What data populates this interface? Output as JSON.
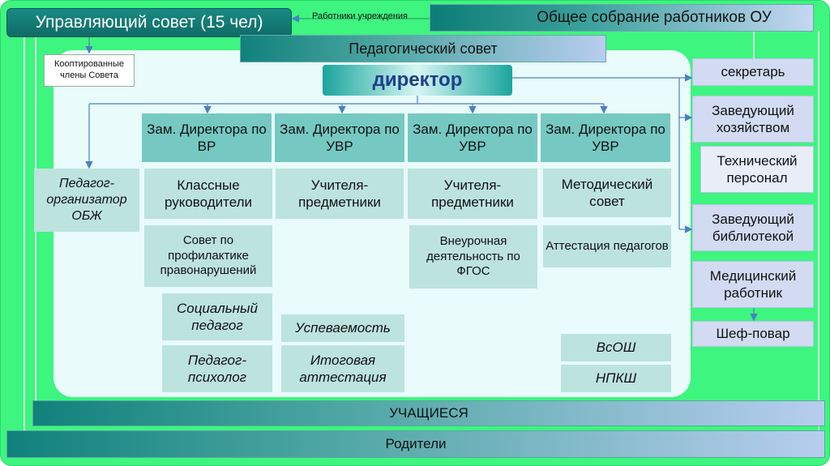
{
  "top": {
    "council": "Управляющий совет (15 чел)",
    "staff_label": "Работники учреждения",
    "general_meeting": "Общее собрание работников ОУ",
    "coopted": "Кооптированные члены Совета",
    "ped_council": "Педагогический совет",
    "director": "директор"
  },
  "deputies": [
    "Зам. Директора по ВР",
    "Зам. Директора по УВР",
    "Зам. Директора по УВР",
    "Зам. Директора по УВР"
  ],
  "left": {
    "obzh": "Педагог-организатор ОБЖ"
  },
  "col1": {
    "class_teachers": "Классные руководители",
    "prevention": "Совет по профилактике правонарушений",
    "social": "Социальный педагог",
    "psych": "Педагог-психолог"
  },
  "col2": {
    "subject_teachers": "Учителя-предметники",
    "progress": "Успеваемость",
    "final_cert": "Итоговая аттестация"
  },
  "col3": {
    "subject_teachers": "Учителя-предметники",
    "extracurricular": "Внеурочная деятельность по ФГОС"
  },
  "col4": {
    "method_council": "Методический совет",
    "attestation": "Аттестация педагогов",
    "vsosh": "ВсОШ",
    "npksh": "НПКШ"
  },
  "right": {
    "secretary": "секретарь",
    "household": "Заведующий хозяйством",
    "tech": "Технический персонал",
    "library": "Заведующий библиотекой",
    "medic": "Медицинский работник",
    "chef": "Шеф-повар"
  },
  "bottom": {
    "students": "УЧАЩИЕСЯ",
    "parents": "Родители"
  },
  "colors": {
    "background": "#3ef57f",
    "panel": "#e9fbfb",
    "teal": "#75c9c2",
    "light": "#bde3df",
    "lavender": "#d2dbf2",
    "arrow": "#4a7fc4"
  }
}
